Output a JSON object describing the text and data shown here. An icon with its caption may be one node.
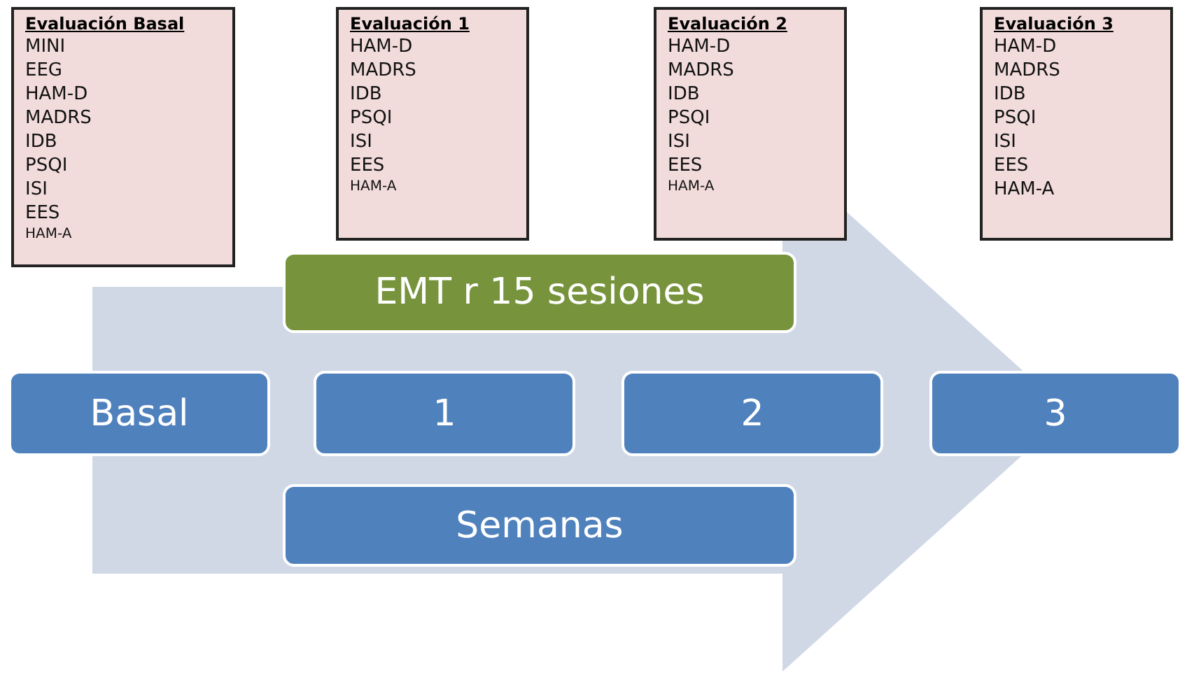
{
  "diagram": {
    "nodes": [
      {
        "text": [
          "Evaluación Basal",
          "MINI",
          "EEG",
          "HAM-D",
          "MADRS",
          "IDB",
          "PSQI",
          "ISI",
          "EES",
          "HAM-A"
        ]
      },
      {
        "text": [
          "Evaluación 1",
          "HAM-D",
          "MADRS",
          "IDB",
          "PSQI",
          "ISI",
          "EES",
          "HAM-A"
        ]
      },
      {
        "text": [
          "Evaluación 2",
          "HAM-D",
          "MADRS",
          "IDB",
          "PSQI",
          "ISI",
          "EES",
          "HAM-A"
        ]
      },
      {
        "text": [
          "Evaluación 3",
          "HAM-D",
          "MADRS",
          "IDB",
          "PSQI",
          "ISI",
          "EES",
          "HAM-A"
        ]
      },
      {
        "text": [
          "EMT r 15 sesiones"
        ]
      },
      {
        "text": [
          "Basal"
        ]
      },
      {
        "text": [
          "1"
        ]
      },
      {
        "text": [
          "2"
        ]
      },
      {
        "text": [
          "3"
        ]
      },
      {
        "text": [
          "Semanas"
        ]
      }
    ],
    "edges": [
      {
        "from": 5,
        "to": 8,
        "arrow": "to"
      }
    ]
  }
}
